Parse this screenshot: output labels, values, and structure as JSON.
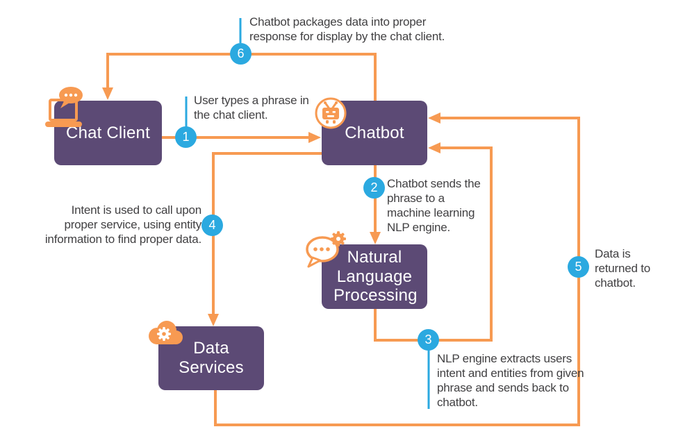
{
  "diagram": {
    "nodes": [
      {
        "id": "chat-client",
        "label": "Chat Client",
        "icon": "laptop-chat-icon"
      },
      {
        "id": "chatbot",
        "label": "Chatbot",
        "icon": "robot-icon"
      },
      {
        "id": "nlp",
        "label": "Natural Language Processing",
        "icon": "speech-bubble-gear-icon"
      },
      {
        "id": "data-services",
        "label": "Data Services",
        "icon": "cloud-gear-icon"
      }
    ],
    "steps": [
      {
        "number": "1",
        "text": "User types a phrase in the chat client."
      },
      {
        "number": "2",
        "text": "Chatbot sends the phrase to a machine learning NLP engine."
      },
      {
        "number": "3",
        "text": "NLP engine extracts users intent and entities from given phrase and sends back to chatbot."
      },
      {
        "number": "4",
        "text": "Intent is used to call upon proper service, using entity information to find proper data."
      },
      {
        "number": "5",
        "text": "Data is returned to chatbot."
      },
      {
        "number": "6",
        "text": "Chatbot packages data into proper response for display by the chat client."
      }
    ],
    "colors": {
      "node": "#5C4A75",
      "line": "#F79A52",
      "step": "#2BA9E0",
      "text": "#414042"
    }
  }
}
